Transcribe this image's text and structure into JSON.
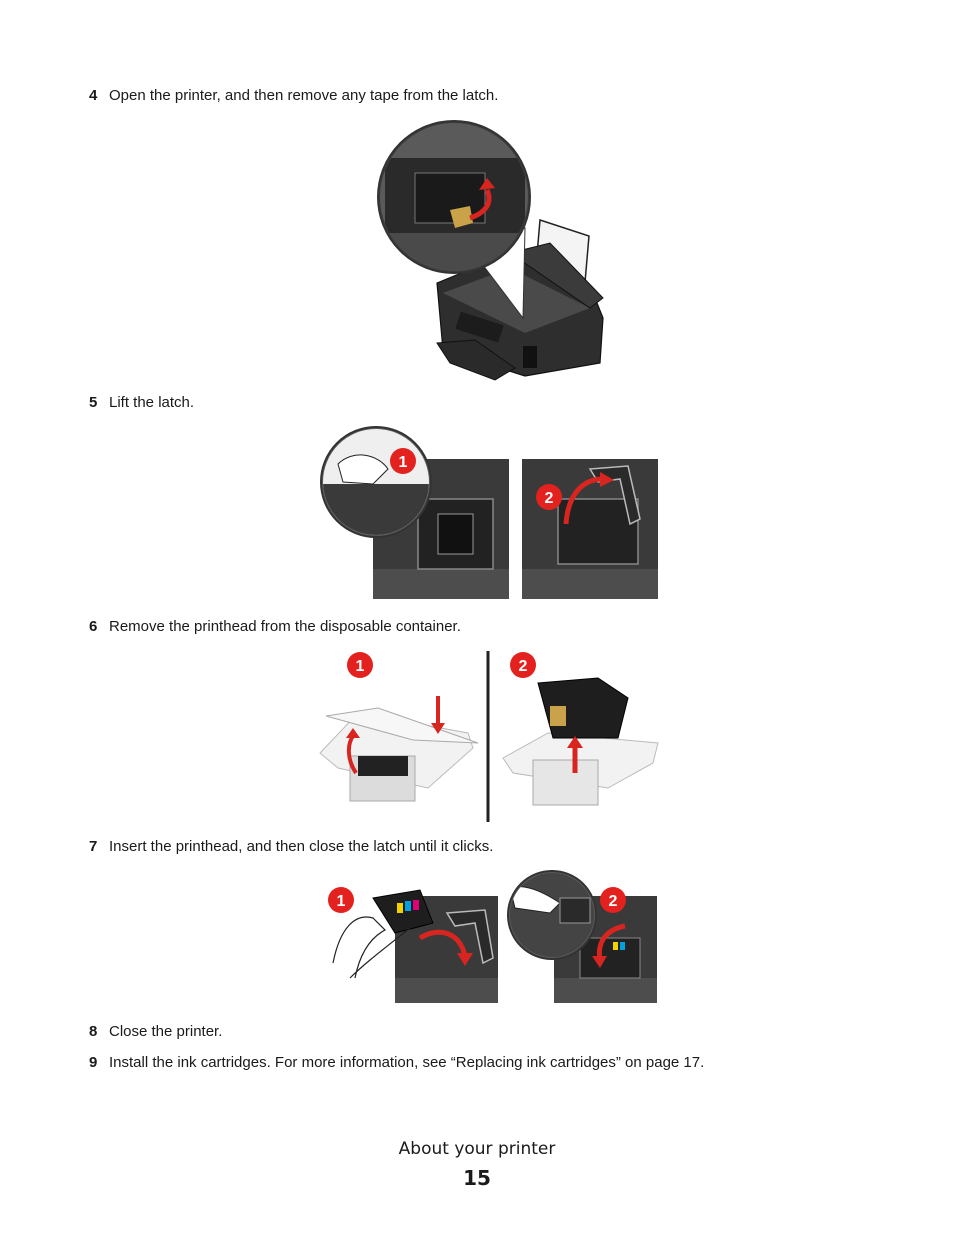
{
  "steps": [
    {
      "number": "4",
      "text": "Open the printer, and then remove any tape from the latch."
    },
    {
      "number": "5",
      "text": "Lift the latch."
    },
    {
      "number": "6",
      "text": "Remove the printhead from the disposable container."
    },
    {
      "number": "7",
      "text": "Insert the printhead, and then close the latch until it clicks."
    },
    {
      "number": "8",
      "text": "Close the printer."
    },
    {
      "number": "9",
      "text": "Install the ink cartridges. For more information, see “Replacing ink cartridges” on page 17."
    }
  ],
  "badges": {
    "one": "1",
    "two": "2"
  },
  "footer": {
    "section_title": "About your printer",
    "page_number": "15"
  },
  "colors": {
    "badge_red": "#e3211f",
    "arrow_red": "#d8251f",
    "dark": "#3a3a3a",
    "tape": "#c9a24a"
  }
}
